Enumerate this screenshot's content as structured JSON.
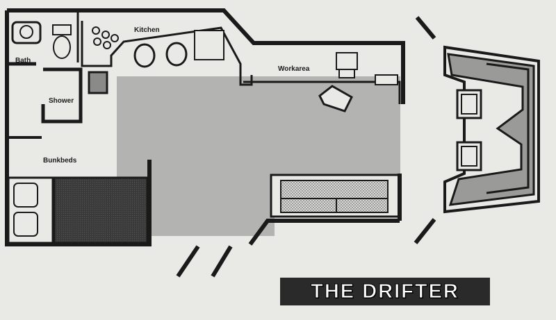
{
  "map": {
    "title": "THE DRIFTER",
    "rooms": {
      "bath": "Bath",
      "kitchen": "Kitchen",
      "shower": "Shower",
      "workarea": "Workarea",
      "bunkbeds": "Bunkbeds"
    }
  },
  "colors": {
    "wall": "#1a1a1a",
    "floor": "#b3b3b1",
    "paper": "#e9e9e6",
    "bunk": "#3c3c3c",
    "cockpit": "#9a9a98"
  }
}
